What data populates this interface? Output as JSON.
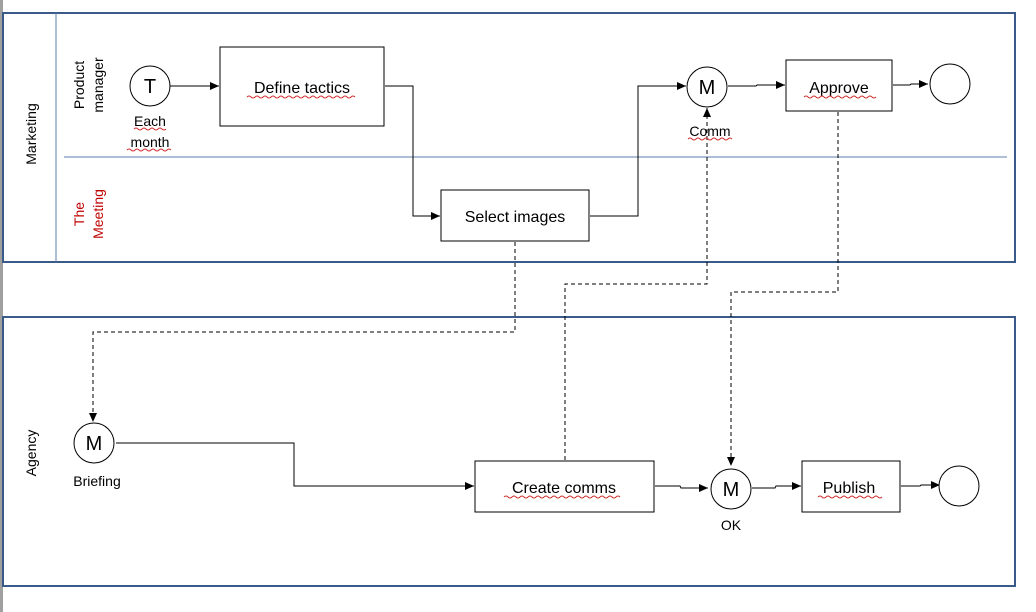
{
  "pools": {
    "marketing": {
      "label": "Marketing",
      "lanes": {
        "product_manager": {
          "label_line1": "Product",
          "label_line2": "manager",
          "color": "#000000"
        },
        "the_meeting": {
          "label_line1": "The",
          "label_line2": "Meeting",
          "color": "#c00000"
        }
      }
    },
    "agency": {
      "label": "Agency"
    }
  },
  "nodes": {
    "timer_start": {
      "symbol": "T",
      "caption_line1": "Each",
      "caption_line2": "month"
    },
    "define_tactics": {
      "label": "Define tactics"
    },
    "select_images": {
      "label": "Select images"
    },
    "comm_event": {
      "symbol": "M",
      "caption": "Comm"
    },
    "approve": {
      "label": "Approve"
    },
    "briefing_event": {
      "symbol": "M",
      "caption": "Briefing"
    },
    "create_comms": {
      "label": "Create comms"
    },
    "ok_event": {
      "symbol": "M",
      "caption": "OK"
    },
    "publish": {
      "label": "Publish"
    }
  },
  "colors": {
    "pool_border": "#3a5a8a",
    "lane_divider": "#5a7fa8",
    "squiggle": "#d03030"
  }
}
